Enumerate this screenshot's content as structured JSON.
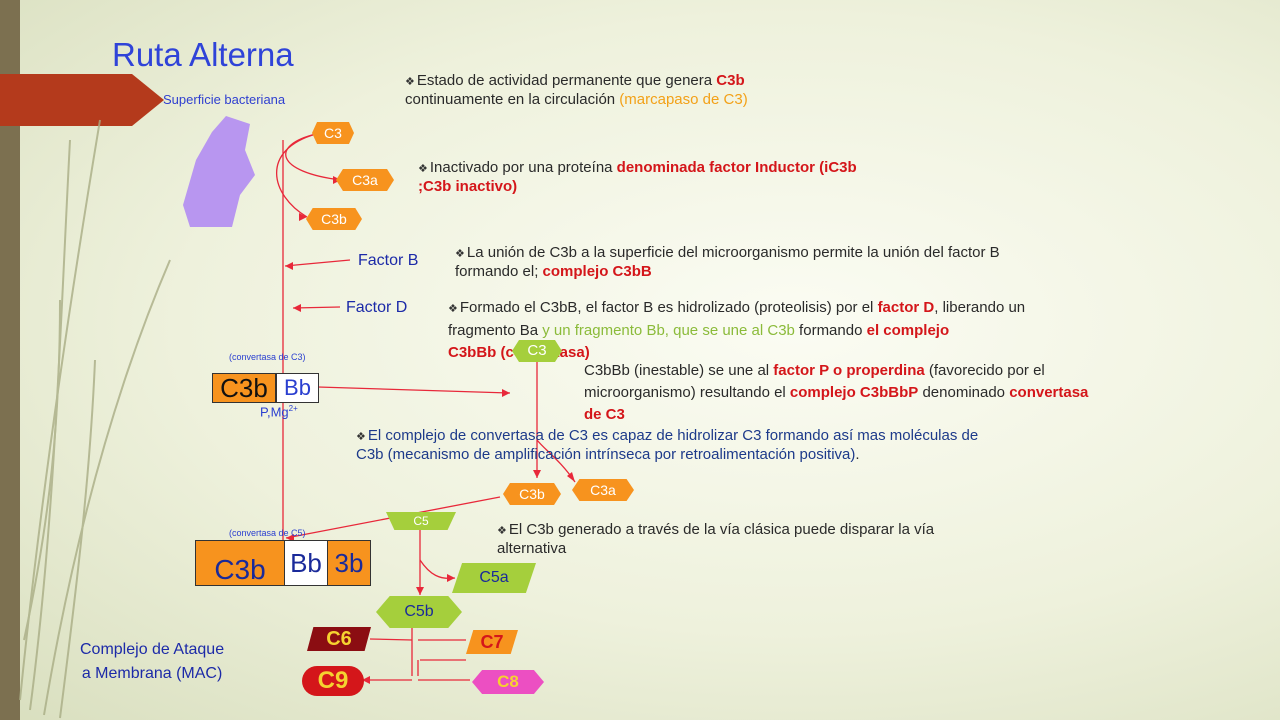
{
  "title": "Ruta Alterna",
  "surface_label": "Superficie bacteriana",
  "pills": {
    "c3_top": "C3",
    "c3a_top": "C3a",
    "c3b_top": "C3b",
    "c3_mid": "C3",
    "c3b_mid": "C3b",
    "c3a_mid": "C3a",
    "c5": "C5",
    "c5a": "C5a",
    "c5b": "C5b",
    "c6": "C6",
    "c7": "C7",
    "c8": "C8",
    "c9": "C9"
  },
  "factors": {
    "b": "Factor B",
    "d": "Factor D"
  },
  "convertase_c3": {
    "caption": "(convertasa de C3)",
    "c3b": "C3b",
    "bb": "Bb",
    "cofactor": "P,Mg",
    "superscript": "2+"
  },
  "convertase_c5": {
    "caption": "(convertasa de C5)",
    "c3b": "C3b",
    "bb": "Bb",
    "c3b2": "3b"
  },
  "mac": {
    "line1": "Complejo de Ataque",
    "line2": "a Membrana (MAC)"
  },
  "paragraphs": {
    "p1": {
      "a": "Estado de actividad permanente que genera ",
      "b": "C3b",
      "c": "continuamente en la circulación ",
      "d": "(marcapaso de C3)"
    },
    "p2": {
      "a": "Inactivado por una proteína ",
      "b": "denominada factor Inductor (iC3b",
      "c": ";C3b inactivo)"
    },
    "p3": {
      "a": "La  unión de C3b a la superficie del microorganismo permite la unión del factor B",
      "b": "formando el; ",
      "c": "complejo C3bB"
    },
    "p4": {
      "a": "Formado el C3bB, el factor B es hidrolizado (proteolisis) por el ",
      "b": "factor D",
      "c": ", liberando un",
      "d": "fragmento Ba ",
      "e": "y un fragmento Bb, que se une al C3b",
      "f": " formando ",
      "g": "el complejo",
      "h": "C3bBb (convertasa)"
    },
    "p5": {
      "a": "C3bBb (inestable) se une al ",
      "b": "factor P o properdina",
      "c": " (favorecido por el",
      "d": "microorganismo) resultando el ",
      "e": "complejo C3bBbP",
      "f": " denominado ",
      "g": "convertasa",
      "h": "de C3"
    },
    "p6": {
      "a": "El complejo de convertasa de C3 es  capaz de hidrolizar C3 formando así mas moléculas de",
      "b": "C3b (mecanismo de amplificación intrínseca por retroalimentación positiva)",
      "c": "."
    },
    "p7": {
      "a": "El C3b generado a través de la vía clásica puede disparar la vía",
      "b": "alternativa"
    }
  },
  "colors": {
    "title": "#2f43d8",
    "accent_orange": "#f7931e",
    "emphasis_red": "#d4161a",
    "bacterium": "#b896f0",
    "arrow": "#e8283a"
  }
}
